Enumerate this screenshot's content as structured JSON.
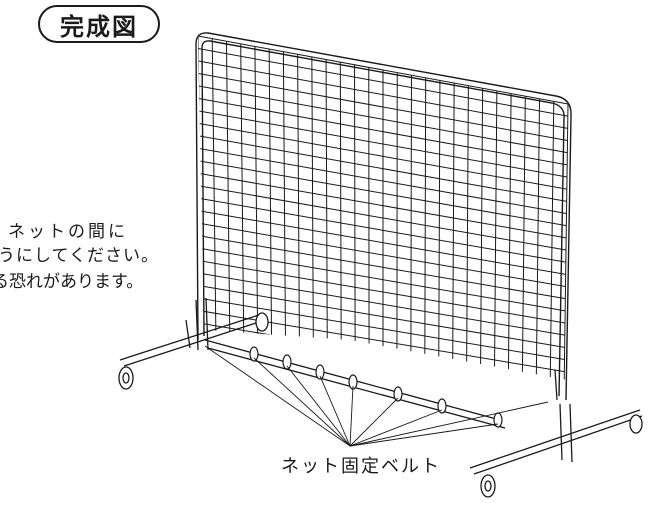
{
  "title": "完成図",
  "notes": {
    "line1": "ネットの間に",
    "line2": "うにしてください。",
    "line3": "る恐れがあります。"
  },
  "belt_label": "ネット固定ベルト",
  "colors": {
    "line": "#1a1a1a",
    "background": "#ffffff"
  }
}
